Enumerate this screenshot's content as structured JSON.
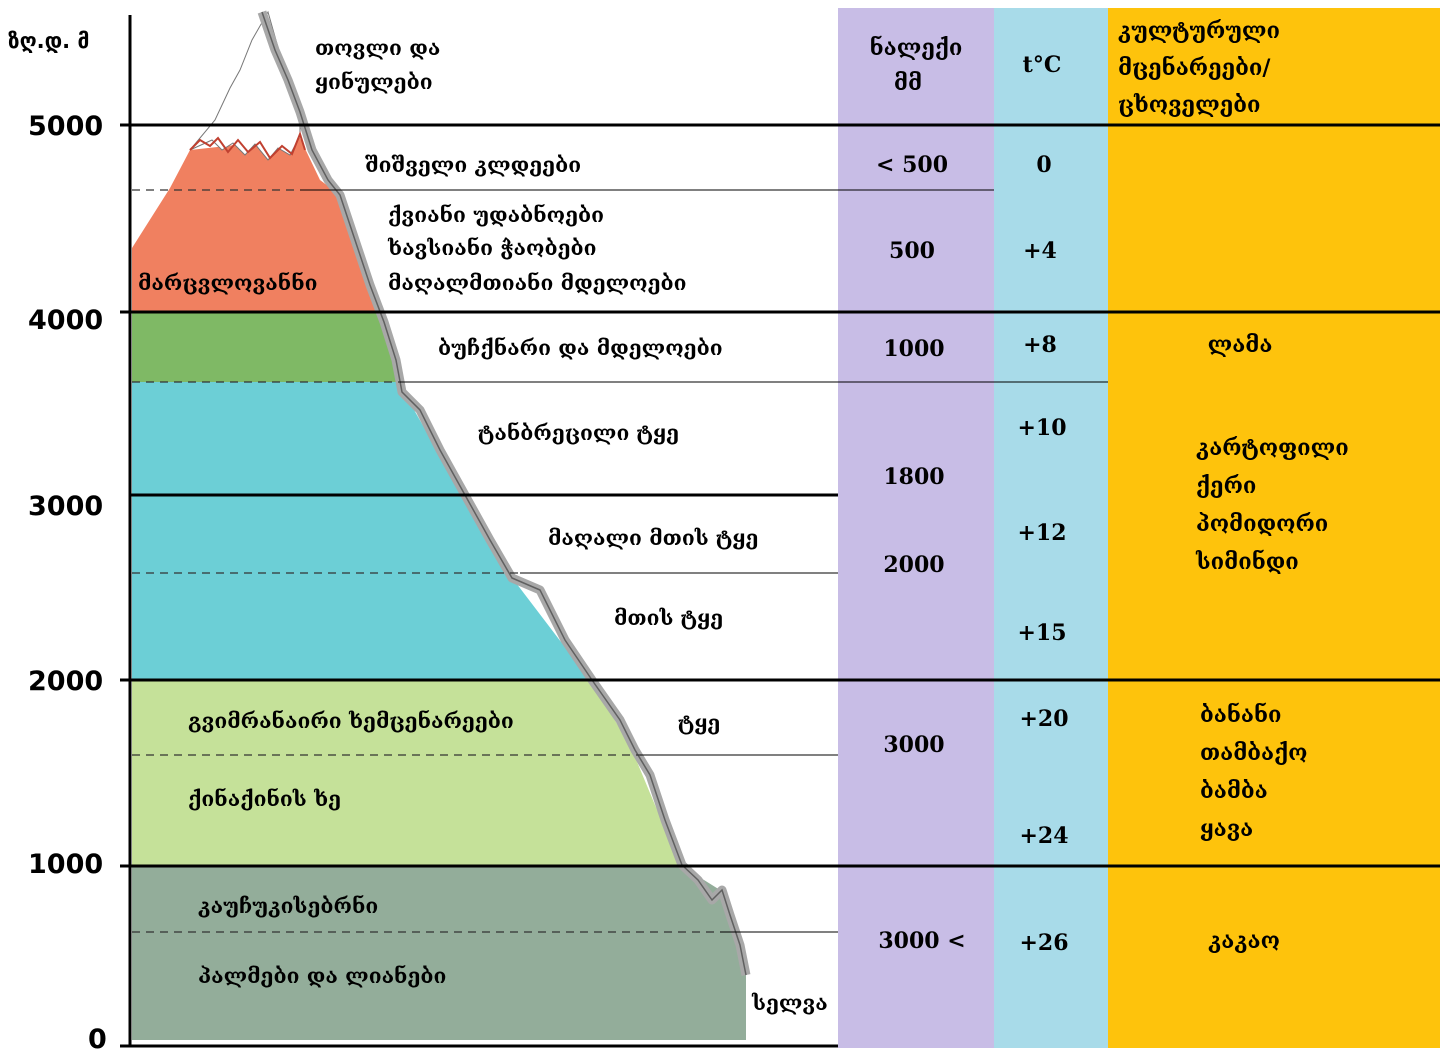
{
  "axis": {
    "label": "ზღ.დ. მ",
    "ticks": [
      "5000",
      "4000",
      "3000",
      "2000",
      "1000",
      "0"
    ]
  },
  "zones": {
    "snow": "თოვლი და ყინულები",
    "frozen_rocks": "შიშველი კლდეები",
    "rocky_deserts": "ქვიანი უდაბნოები",
    "swamps": "ხავსიანი ჭაობები",
    "alpine_meadows": "მაღალმთიანი მდელოები",
    "cereals": "მარცვლოვანნი",
    "shrubs": "ბუჩქნარი და მდელოები",
    "broadleaf": "ტანბრეცილი ტყე",
    "highmountain_forest": "მაღალი მთის ტყე",
    "mountain_forest": "მთის ტყე",
    "evergreen": "გვიმრანაირი ხემცენარეები",
    "forest": "ტყე",
    "cinchona": "ქინაქინის ხე",
    "rubber": "კაუჩუკისებრნი",
    "palms": "პალმები და ლიანები",
    "selva": "სელვა"
  },
  "columns": {
    "precip_header": [
      "ნალექი",
      "მმ"
    ],
    "temp_header": "t°C",
    "crops_header": [
      "კულტურული",
      "მცენარეები/",
      "ცხოველები"
    ]
  },
  "precipitation": [
    "< 500",
    "500",
    "1000",
    "1800",
    "2000",
    "3000",
    "3000 <"
  ],
  "temperature": [
    "0",
    "+4",
    "+8",
    "+10",
    "+12",
    "+15",
    "+20",
    "+24",
    "+26"
  ],
  "crops": {
    "llama": "ლამა",
    "group1": [
      "კარტოფილი",
      "ქერი",
      "პომიდორი",
      "სიმინდი"
    ],
    "group2": [
      "ბანანი",
      "თამბაქო",
      "ბამბა",
      "ყავა"
    ],
    "cacao": "კაკაო"
  },
  "colors": {
    "precip_col": "#c8bde6",
    "temp_col": "#a8dbe9",
    "crops_col": "#fec30c",
    "cereal_zone": "#f08060",
    "shrub_zone": "#7fb965",
    "forest_zone": "#6ccfd6",
    "subtropic_zone": "#c5e199",
    "tropic_zone": "#93ad9a"
  }
}
